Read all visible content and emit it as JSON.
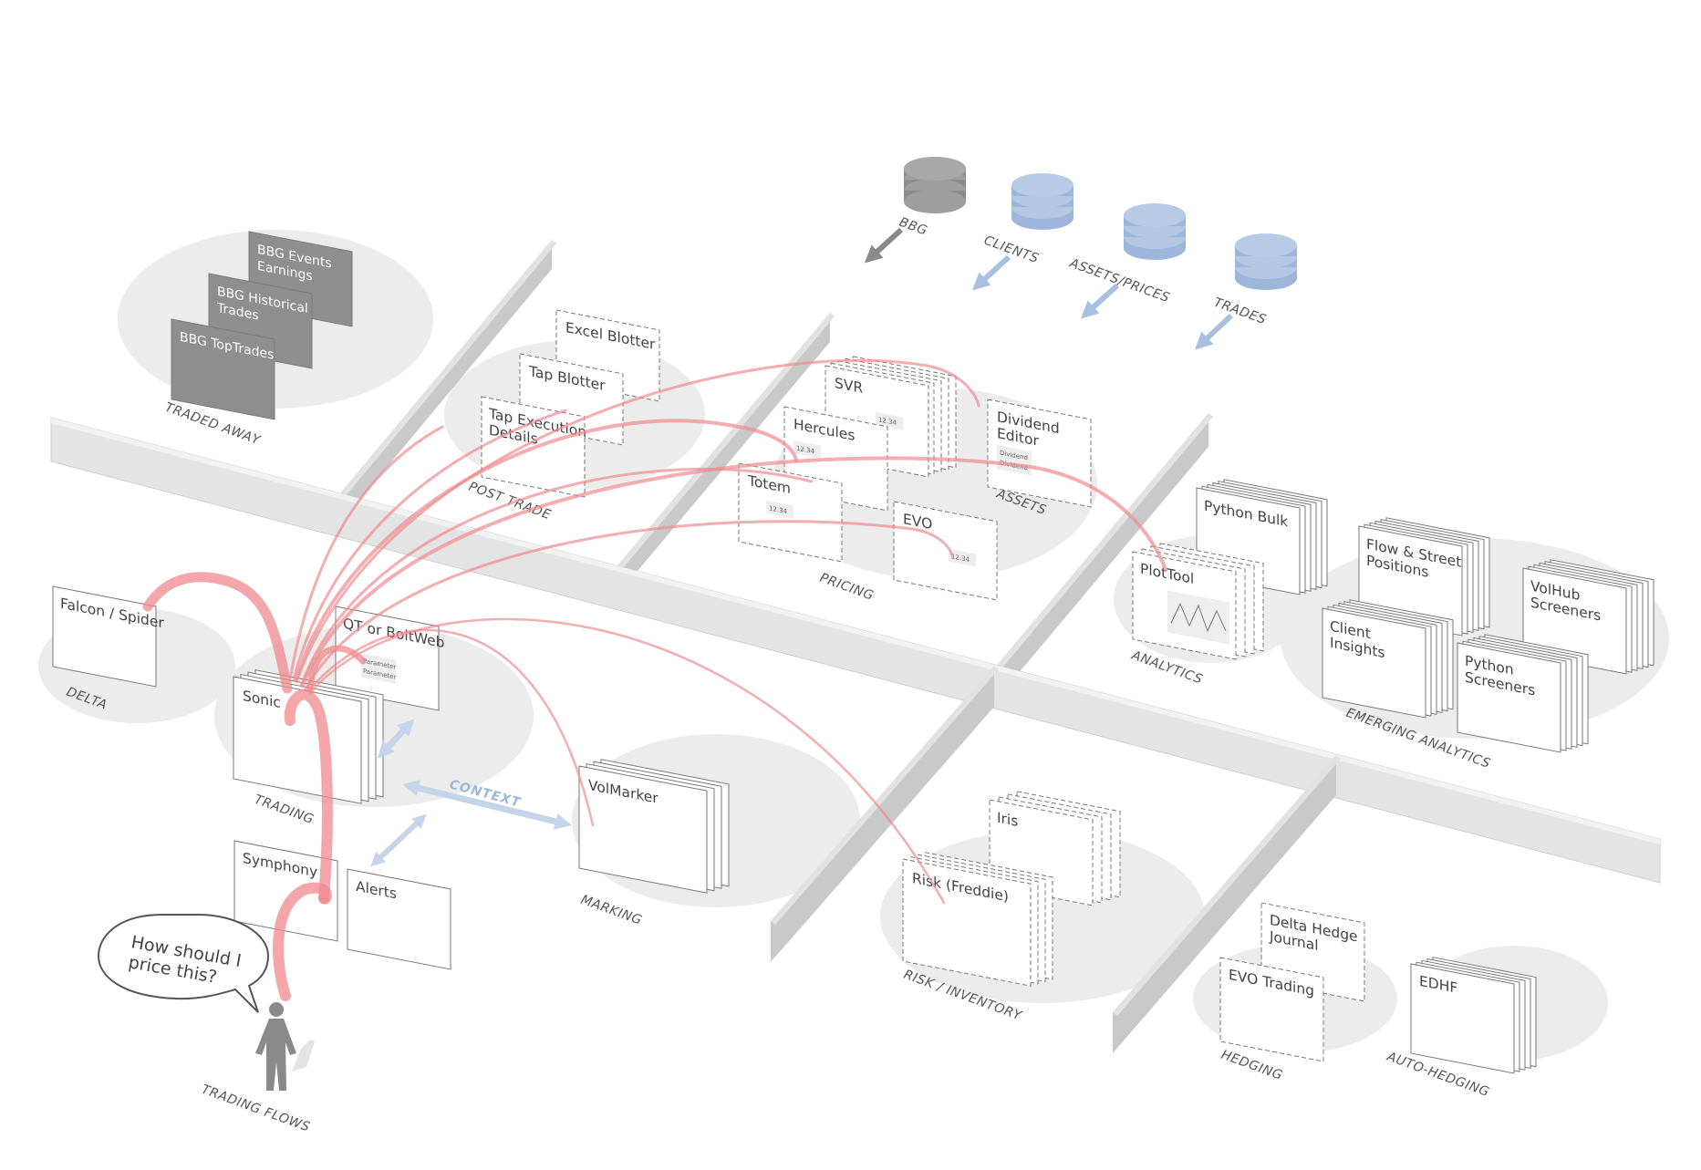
{
  "colors": {
    "zone": "#ececec",
    "wall_top": "#dedede",
    "wall_side": "#c7c7c7",
    "window_border": "#777777",
    "gray_window": "#8e8e8e",
    "flow": "#f08a8e",
    "context": "#c6d4ea",
    "db_gray": "#9a9a9a",
    "db_blue": "#a9c0df"
  },
  "datasources": [
    {
      "id": "bbg",
      "label": "BBG",
      "color": "gray"
    },
    {
      "id": "clients",
      "label": "CLIENTS",
      "color": "blue"
    },
    {
      "id": "assets_prices",
      "label": "ASSETS/PRICES",
      "color": "blue"
    },
    {
      "id": "trades",
      "label": "TRADES",
      "color": "blue"
    }
  ],
  "zones": {
    "traded_away": "TRADED AWAY",
    "post_trade": "POST TRADE",
    "pricing": "PRICING",
    "assets": "ASSETS",
    "analytics": "ANALYTICS",
    "emerging_analytics": "EMERGING ANALYTICS",
    "delta": "DELTA",
    "trading": "TRADING",
    "marking": "MARKING",
    "risk_inventory": "RISK / INVENTORY",
    "hedging": "HEDGING",
    "auto_hedging": "AUTO-HEDGING",
    "trading_flows": "TRADING FLOWS"
  },
  "apps": {
    "bbg_events": [
      "BBG Events",
      "Earnings"
    ],
    "bbg_historical": [
      "BBG Historical",
      "Trades"
    ],
    "bbg_toptrades": "BBG TopTrades",
    "excel_blotter": "Excel Blotter",
    "tap_blotter": "Tap Blotter",
    "tap_execution": [
      "Tap Execution",
      "Details"
    ],
    "svr": "SVR",
    "hercules": "Hercules",
    "totem": "Totem",
    "evo": "EVO",
    "dividend_editor": [
      "Dividend",
      "Editor"
    ],
    "python_bulk": "Python Bulk",
    "plottool": "PlotTool",
    "flow_street": [
      "Flow & Street",
      "Positions"
    ],
    "client_insights": [
      "Client",
      "Insights"
    ],
    "volhub": [
      "VolHub",
      "Screeners"
    ],
    "python_screeners": [
      "Python",
      "Screeners"
    ],
    "falcon_spider": "Falcon / Spider",
    "qt_boltweb": "QT or BoltWeb",
    "sonic": "Sonic",
    "symphony": "Symphony",
    "alerts": "Alerts",
    "volmarker": "VolMarker",
    "iris": "Iris",
    "risk_freddie": "Risk (Freddie)",
    "delta_hedge_journal": [
      "Delta Hedge",
      "Journal"
    ],
    "evo_trading": "EVO Trading",
    "edhf": "EDHF"
  },
  "mini": {
    "value": "12.34",
    "dividend_lines": [
      "Dividend",
      "Dividend"
    ],
    "parameter_lines": [
      "Parameter",
      "Parameter"
    ]
  },
  "context_label": "CONTEXT",
  "speech": [
    "How should I",
    "price this?"
  ]
}
